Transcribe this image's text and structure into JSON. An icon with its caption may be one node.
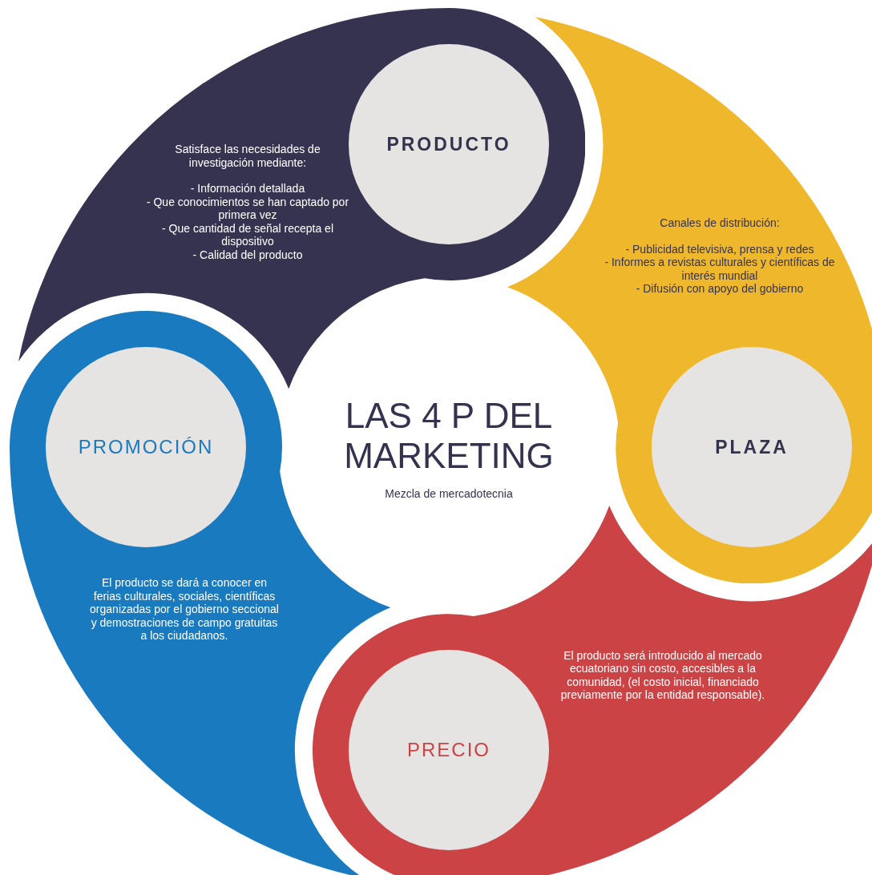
{
  "diagram": {
    "title": "LAS 4 P DEL MARKETING",
    "nodes": [
      {
        "text": [
          "Satisface las necesidades de investigación mediante:",
          "- Información detallada",
          "- Que conocimientos se han captado por primera vez",
          "- Que cantidad de señal recepta el dispositivo",
          "- Calidad del producto"
        ]
      },
      {
        "text": [
          "PRODUCTO"
        ],
        "in": 0
      },
      {
        "text": [
          "Canales de distribución:",
          "- Publicidad televisiva, prensa y redes",
          "- Informes a revistas culturales y científicas de interés mundial",
          "- Difusión con apoyo del gobierno"
        ]
      },
      {
        "text": [
          "PLAZA"
        ],
        "in": 2
      },
      {
        "text": [
          "El producto se dará a conocer en ferias culturales, sociales, científicas organizadas por el gobierno seccional y demostraciones de campo gratuitas a los ciudadanos."
        ]
      },
      {
        "text": [
          "PROMOCIÓN"
        ],
        "in": 4
      },
      {
        "text": [
          "El producto será introducido al mercado ecuatoriano sin costo, accesibles a la comunidad, (el costo inicial, financiado previamente por la entidad responsable)."
        ]
      },
      {
        "text": [
          "PRECIO"
        ],
        "in": 6
      }
    ],
    "labels": [
      "Mezcla de mercadotecnia"
    ]
  }
}
